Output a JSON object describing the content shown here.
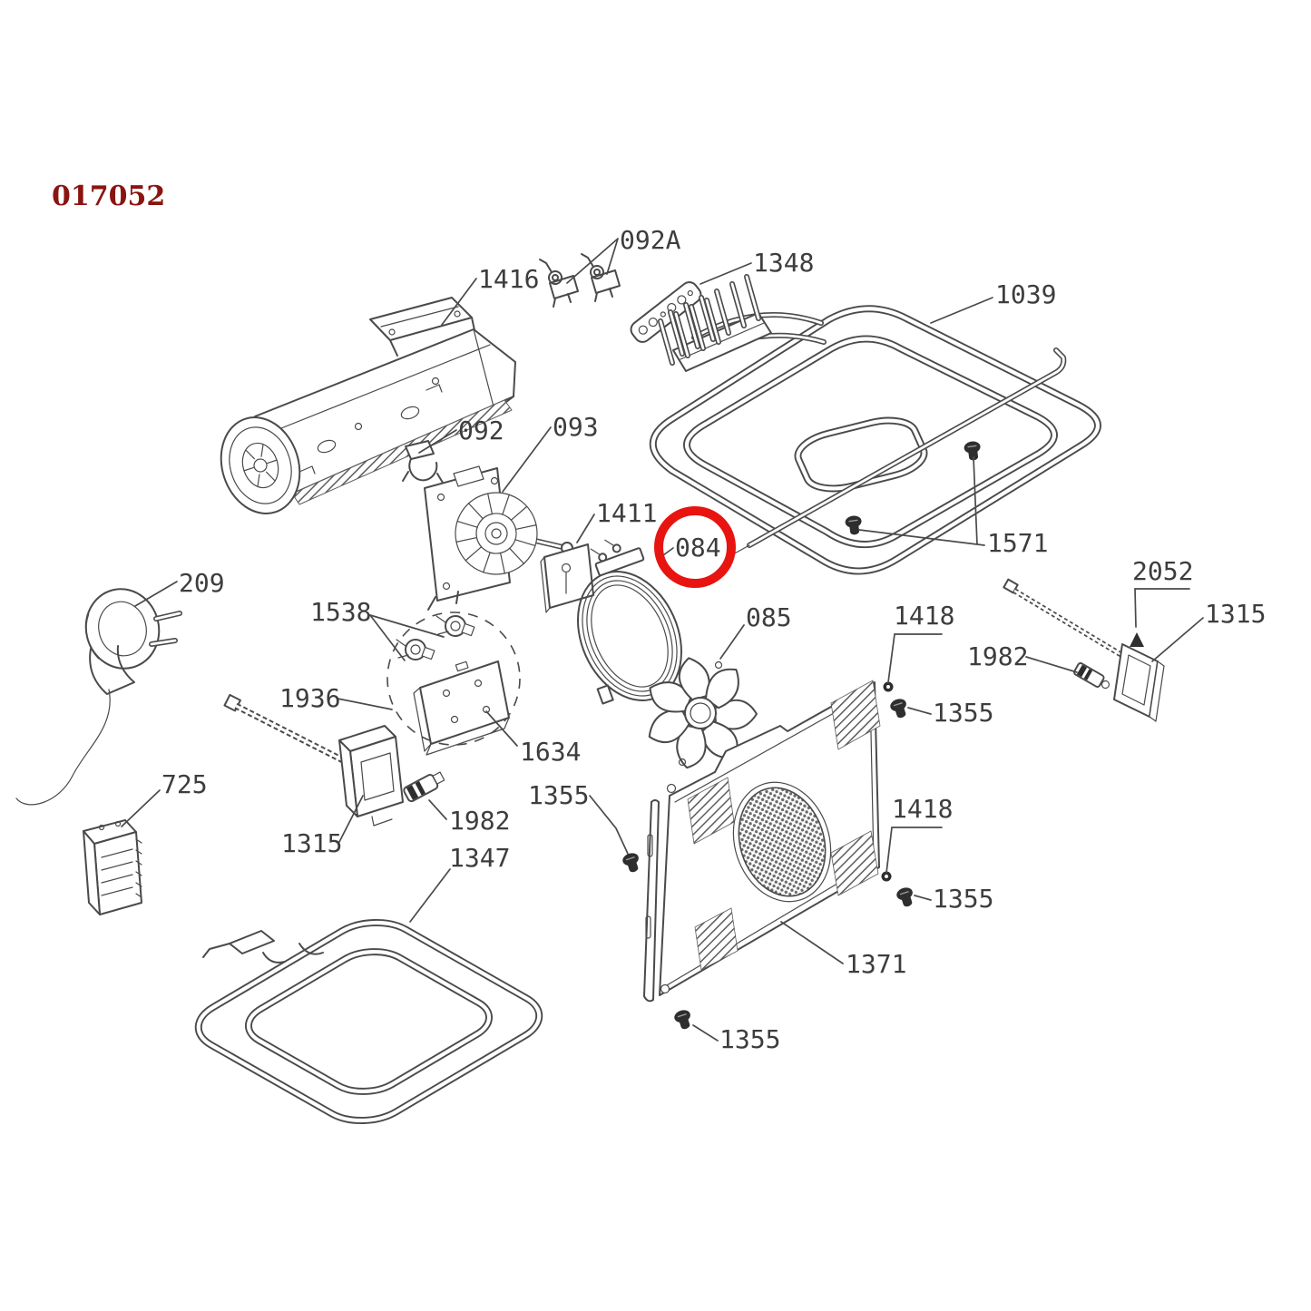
{
  "header": {
    "figure_code": "017052"
  },
  "diagram": {
    "type": "exploded-parts-diagram",
    "highlighted_callout": "084",
    "callouts": [
      "084",
      "085",
      "092",
      "092A",
      "093",
      "209",
      "725",
      "1039",
      "1315",
      "1347",
      "1348",
      "1355",
      "1371",
      "1411",
      "1416",
      "1418",
      "1538",
      "1571",
      "1634",
      "1936",
      "1982",
      "2052"
    ]
  },
  "labels": {
    "title": "017052",
    "p092A": "092A",
    "p1348": "1348",
    "p1416": "1416",
    "p1039": "1039",
    "p092": "092",
    "p093": "093",
    "p1411": "1411",
    "p084": "084",
    "p085": "085",
    "p1571": "1571",
    "p2052": "2052",
    "p1315r": "1315",
    "p1982r": "1982",
    "p1418a": "1418",
    "p1355a": "1355",
    "p209": "209",
    "p1538": "1538",
    "p1936": "1936",
    "p1634": "1634",
    "p725": "725",
    "p1315l": "1315",
    "p1982l": "1982",
    "p1355mid": "1355",
    "p1347": "1347",
    "p1418b": "1418",
    "p1355br": "1355",
    "p1371": "1371",
    "p1355bot": "1355"
  },
  "colors": {
    "line": "#4a4a4a",
    "label": "#3d3d3d",
    "title": "#8a1410",
    "highlight": "#e81410",
    "solid": "#2e2e2e"
  }
}
